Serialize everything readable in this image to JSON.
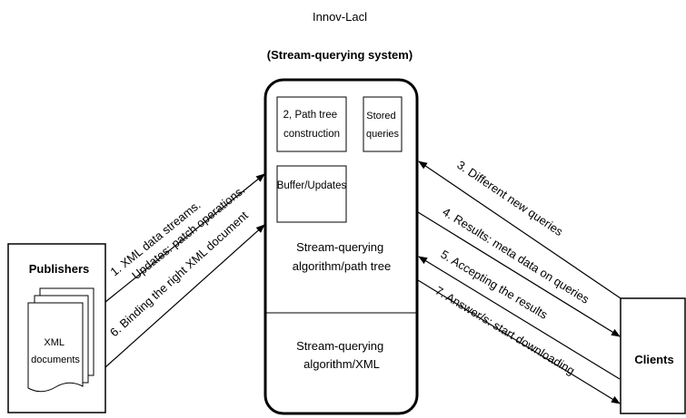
{
  "system": {
    "name": "Innov-Lacl",
    "subtitle": "(Stream-querying system)",
    "path_tree_box": [
      "2, Path tree",
      "construction"
    ],
    "stored_queries_box": [
      "Stored",
      "queries"
    ],
    "buffer_box": "Buffer/Updates",
    "algorithm_path_tree": [
      "Stream-querying",
      "algorithm/path tree"
    ],
    "algorithm_xml": [
      "Stream-querying",
      "algorithm/XML"
    ]
  },
  "publishers": {
    "label": "Publishers",
    "documents": [
      "XML",
      "documents"
    ]
  },
  "clients": {
    "label": "Clients"
  },
  "arrows": {
    "a1_line1": "1. XML data streams.",
    "a1_line2": "Updates: patch operations.",
    "a6": "6. Binding the right XML document",
    "a3": "3. Different new queries",
    "a4": "4. Results: meta data on queries",
    "a5": "5. Accepting the results",
    "a7": "7. Answer/s: start downloading"
  }
}
